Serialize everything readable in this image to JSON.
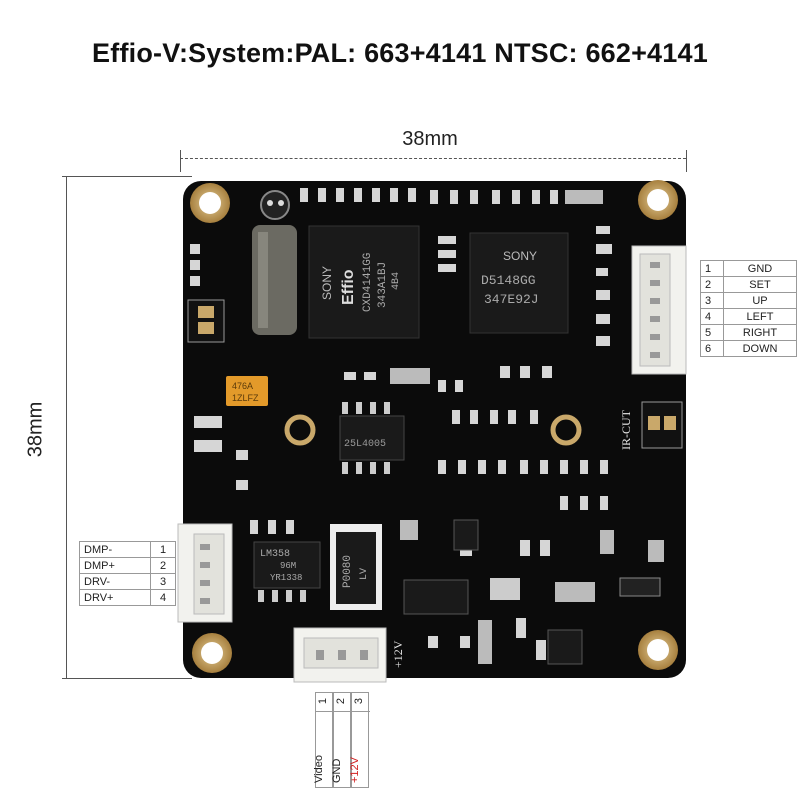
{
  "title": "Effio-V:System:PAL: 663+4141   NTSC: 662+4141",
  "dimensions": {
    "width_label": "38mm",
    "height_label": "38mm"
  },
  "chips": {
    "effio": {
      "brand": "SONY",
      "logo": "Effio",
      "line1": "CXD4141GG",
      "line2": "343A1BJ",
      "line3": "4B4"
    },
    "ccd": {
      "brand": "SONY",
      "line1": "D5148GG",
      "line2": "347E92J"
    },
    "lm358": {
      "line1": "LM358",
      "line2": "96M",
      "line3": "YR1338"
    },
    "eeprom": {
      "line1": "25L4005"
    },
    "regulator": {
      "line1": "P0080",
      "line2": "LV"
    },
    "tantalum": {
      "line1": "476A",
      "line2": "1ZLFZ"
    }
  },
  "pcb_labels": {
    "ir_cut": "IR-CUT",
    "plus12v": "+12V"
  },
  "right_pins": [
    {
      "num": "1",
      "label": "GND"
    },
    {
      "num": "2",
      "label": "SET"
    },
    {
      "num": "3",
      "label": "UP"
    },
    {
      "num": "4",
      "label": "LEFT"
    },
    {
      "num": "5",
      "label": "RIGHT"
    },
    {
      "num": "6",
      "label": "DOWN"
    }
  ],
  "left_pins": [
    {
      "label": "DMP-",
      "num": "1"
    },
    {
      "label": "DMP+",
      "num": "2"
    },
    {
      "label": "DRV-",
      "num": "3"
    },
    {
      "label": "DRV+",
      "num": "4"
    }
  ],
  "bottom_pins": [
    {
      "num": "1",
      "label": "Video"
    },
    {
      "num": "2",
      "label": "GND"
    },
    {
      "num": "3",
      "label": "+12V"
    }
  ],
  "colors": {
    "pcb": "#0b0b0b",
    "pad": "#c9a86a",
    "chip": "#1a1a1a",
    "connector": "#f2f2ee",
    "plus12v_label": "#d22020",
    "tantalum": "#e39a2a"
  }
}
